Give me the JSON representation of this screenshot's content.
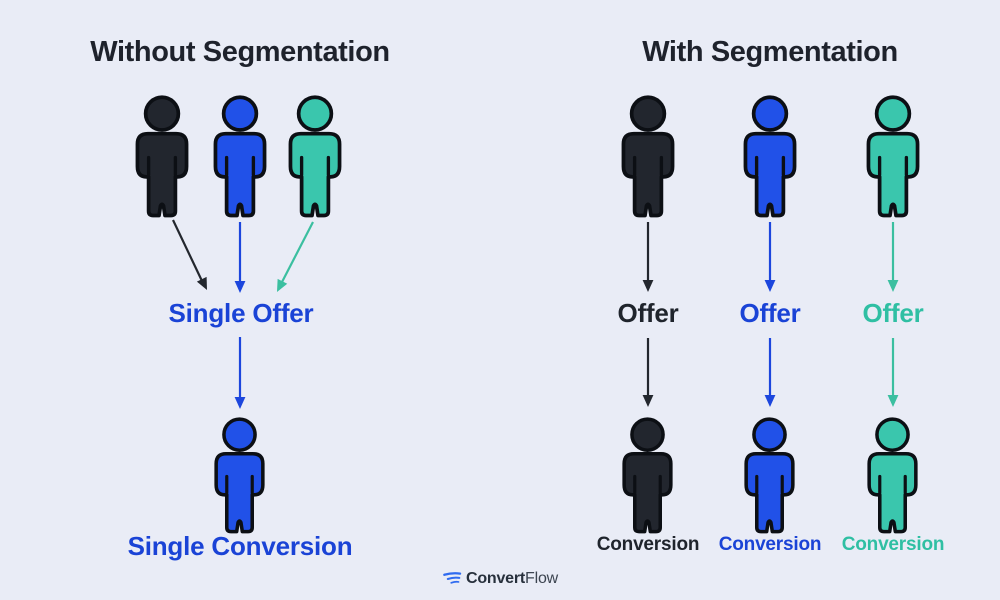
{
  "colors": {
    "background": "#e9ecf6",
    "person_dark": "#22262e",
    "person_blue": "#2151e8",
    "person_teal": "#3ac6ad",
    "outline": "#0c0f14",
    "arrow_dark": "#23272e",
    "arrow_blue": "#1c46dd",
    "arrow_teal": "#3bbfa0",
    "text_dark": "#1f242c",
    "text_blue": "#1a43d6",
    "text_teal": "#2fbfa3",
    "title_color": "#1e222c",
    "logo_blue": "#2f6bf0"
  },
  "left": {
    "title": "Without Segmentation",
    "offer_label": "Single Offer",
    "conversion_label": "Single Conversion"
  },
  "right": {
    "title": "With Segmentation",
    "columns": [
      {
        "segment": "dark",
        "offer_label": "Offer",
        "conversion_label": "Conversion"
      },
      {
        "segment": "blue",
        "offer_label": "Offer",
        "conversion_label": "Conversion"
      },
      {
        "segment": "teal",
        "offer_label": "Offer",
        "conversion_label": "Conversion"
      }
    ]
  },
  "footer": {
    "brand_bold": "Convert",
    "brand_light": "Flow"
  },
  "icons": {
    "audience": "person-silhouette-icon",
    "logo": "flow-swoosh-icon"
  }
}
